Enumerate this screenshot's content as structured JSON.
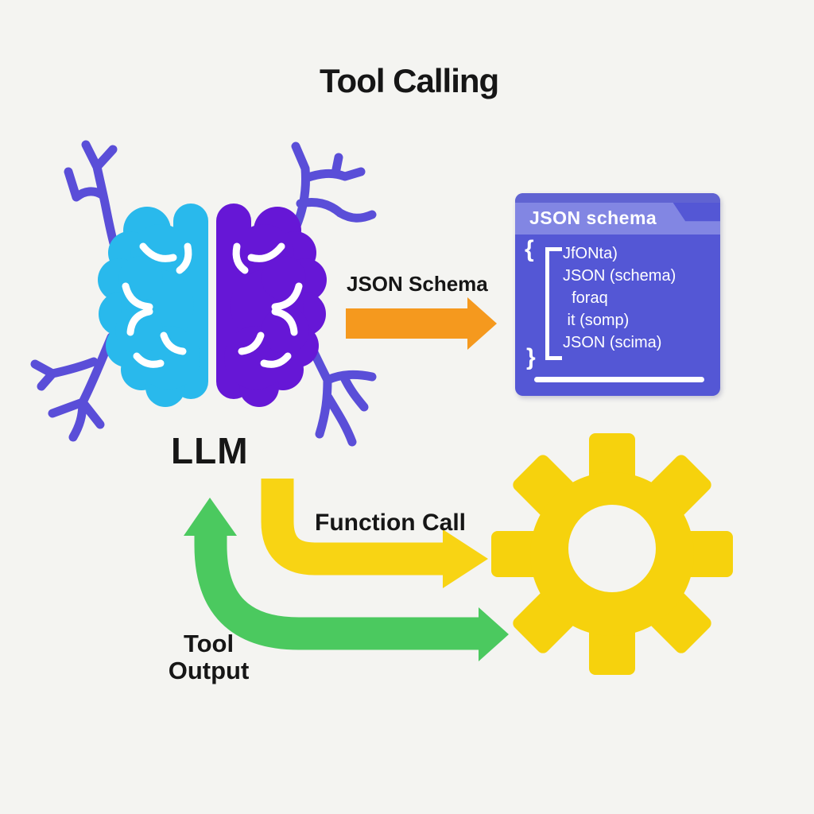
{
  "title": "Tool Calling",
  "brain": {
    "label": "LLM"
  },
  "schema_arrow": {
    "label": "JSON Schema"
  },
  "panel": {
    "title": "JSON schema",
    "open_brace": "{",
    "close_brace": "}",
    "code_lines": [
      "JfONta)",
      "JSON (schema)",
      "  foraq",
      " it (somp)",
      "JSON (scima)"
    ]
  },
  "function_arrow": {
    "label": "Function Call"
  },
  "tool_output_arrow": {
    "label_line1": "Tool",
    "label_line2": "Output"
  },
  "colors": {
    "background": "#f4f4f1",
    "text": "#161616",
    "brain_left": "#29b9ec",
    "brain_right": "#6617d6",
    "brain_fold": "#ffffff",
    "neuron": "#5a4ed8",
    "schema_arrow": "#f5991e",
    "function_arrow": "#f8d414",
    "tool_output_arrow": "#4bc95f",
    "gear": "#f6d20d",
    "gear_hole": "#f4f4f1",
    "panel_body": "#5457d5",
    "panel_header": "#8286e3",
    "panel_topstrip": "#6063d2",
    "panel_text": "#ffffff"
  }
}
